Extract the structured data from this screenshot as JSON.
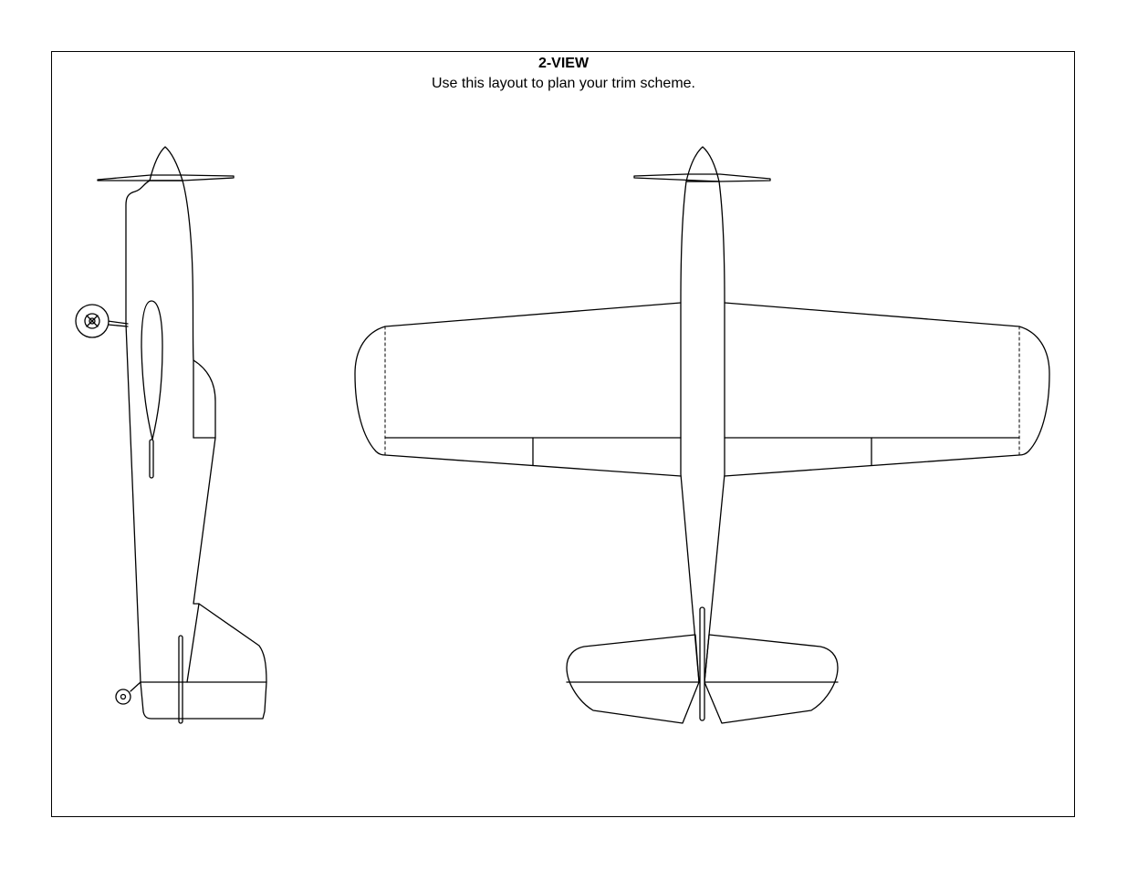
{
  "sheet": {
    "title": "2-VIEW",
    "subtitle": "Use this layout to plan your trim scheme."
  },
  "colors": {
    "line": "#000000",
    "background": "#ffffff"
  },
  "views": [
    "side-view",
    "top-view"
  ]
}
